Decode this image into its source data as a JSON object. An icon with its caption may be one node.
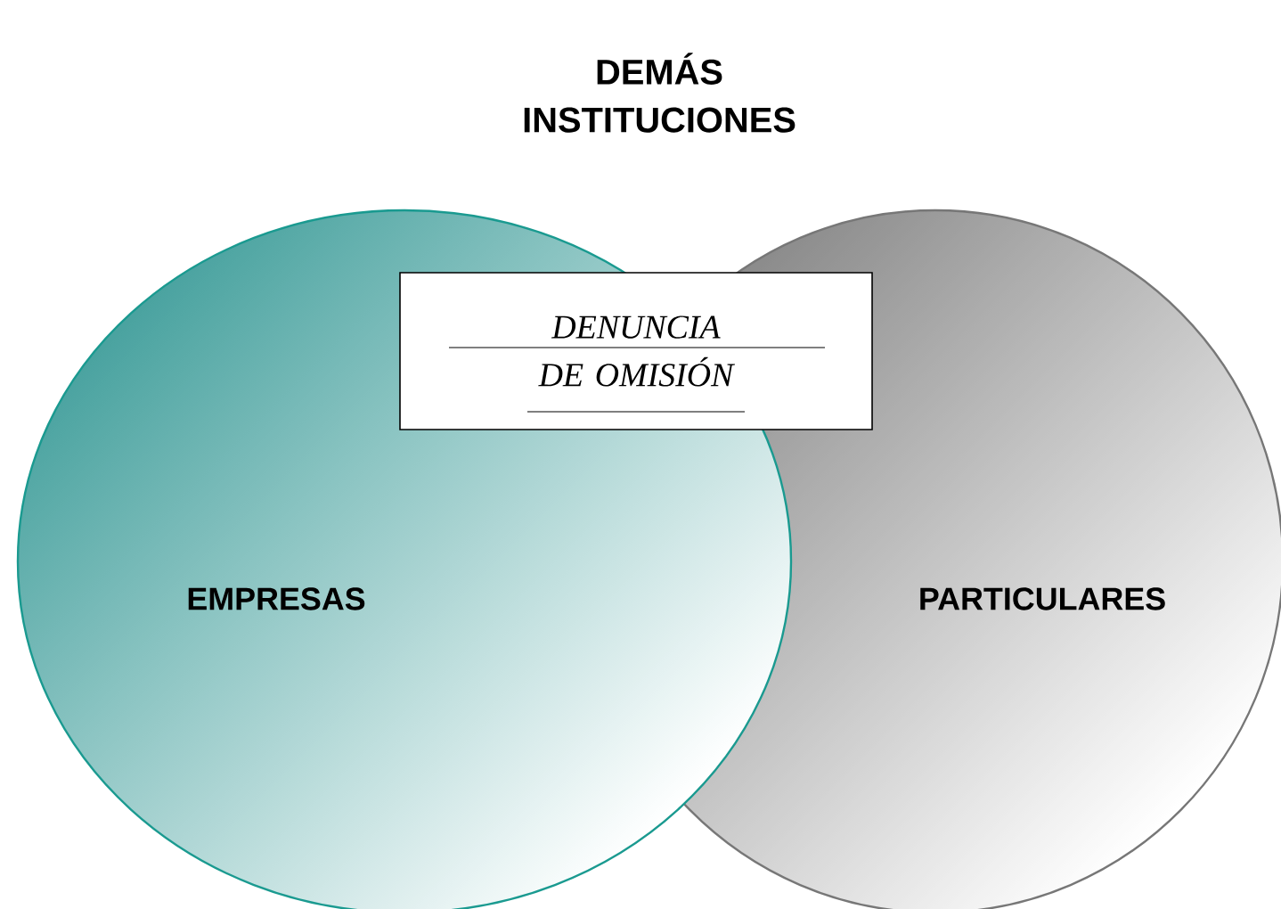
{
  "diagram": {
    "title": "DEMÁS INSTITUCIONES",
    "nodes": [
      {
        "text": [
          "EMPRESAS"
        ]
      },
      {
        "text": [
          "DENUNCIA DE OMISIÓN"
        ]
      },
      {
        "text": [
          "PARTICULARES"
        ]
      }
    ]
  }
}
